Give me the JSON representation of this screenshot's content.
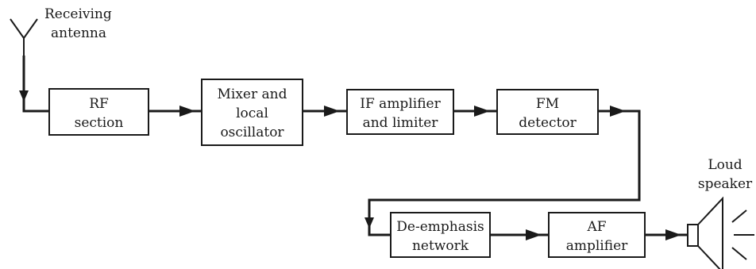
{
  "antenna": {
    "label_line1": "Receiving",
    "label_line2": "antenna"
  },
  "blocks": {
    "rf": {
      "line1": "RF",
      "line2": "section"
    },
    "mixer": {
      "line1": "Mixer and",
      "line2": "local",
      "line3": "oscillator"
    },
    "if": {
      "line1": "IF amplifier",
      "line2": "and limiter"
    },
    "fm": {
      "line1": "FM",
      "line2": "detector"
    },
    "deemph": {
      "line1": "De-emphasis",
      "line2": "network"
    },
    "af": {
      "line1": "AF",
      "line2": "amplifier"
    }
  },
  "speaker": {
    "label_line1": "Loud",
    "label_line2": "speaker"
  },
  "colors": {
    "ink": "#1a1a1a",
    "background": "#ffffff"
  }
}
